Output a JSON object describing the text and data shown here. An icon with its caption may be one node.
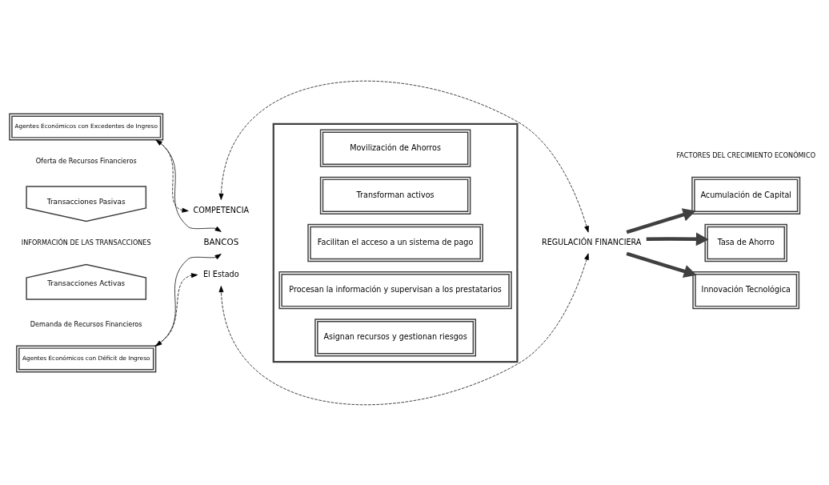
{
  "diagram": {
    "nodes": [
      {
        "text": [
          "Agentes Económicos con Excedentes de Ingreso"
        ]
      },
      {
        "text": [
          "COMPETENCIA"
        ]
      },
      {
        "text": [
          "BANCOS"
        ]
      },
      {
        "text": [
          "REGULACIÓN FINANCIERA"
        ]
      },
      {
        "text": [
          "El Estado"
        ]
      },
      {
        "text": [
          "Agentes Económicos con Déficit de Ingreso"
        ]
      },
      {
        "text": [
          "Transacciones Pasivas"
        ]
      },
      {
        "text": [
          "Transacciones Activas"
        ]
      },
      {
        "text": [],
        "shape": "box"
      },
      {
        "text": [
          "Movilización de Ahorros"
        ],
        "in": 8
      },
      {
        "text": [
          "Transforman activos"
        ],
        "in": 8
      },
      {
        "text": [
          "Facilitan el acceso a un sistema de pago"
        ],
        "in": 8
      },
      {
        "text": [
          "Procesan la información y supervisan a los prestatarios"
        ],
        "in": 8
      },
      {
        "text": [
          "Asignan recursos y gestionan riesgos"
        ],
        "in": 8
      },
      {
        "text": [
          "Acumulación de Capital"
        ]
      },
      {
        "text": [
          "Tasa de Ahorro"
        ]
      },
      {
        "text": [
          "Innovación Tecnológica"
        ]
      }
    ],
    "edges": [
      {
        "from": 0,
        "to": 2,
        "arrow": "both"
      },
      {
        "from": 0,
        "to": 1,
        "arrow": "to",
        "style": "dashed"
      },
      {
        "from": 3,
        "to": 1,
        "arrow": "both",
        "style": "dashed"
      },
      {
        "from": 5,
        "to": 2,
        "arrow": "both"
      },
      {
        "from": 5,
        "to": 4,
        "arrow": "to",
        "style": "dashed"
      },
      {
        "from": 3,
        "to": 4,
        "arrow": "both",
        "style": "dashed"
      },
      {
        "from": 3,
        "to": 14,
        "arrow": "to",
        "style": "thick",
        "color": "#404040"
      },
      {
        "from": 3,
        "to": 15,
        "arrow": "to",
        "style": "thick",
        "color": "#404040"
      },
      {
        "from": 3,
        "to": 16,
        "arrow": "to",
        "style": "thick",
        "color": "#404040"
      }
    ],
    "labels": [
      "Oferta de Recursos Financieros",
      "INFORMACIÓN DE LAS TRANSACCIONES",
      "Demanda de Recursos Financieros",
      "FACTORES DEL CRECIMIENTO ECONÓMICO"
    ]
  }
}
